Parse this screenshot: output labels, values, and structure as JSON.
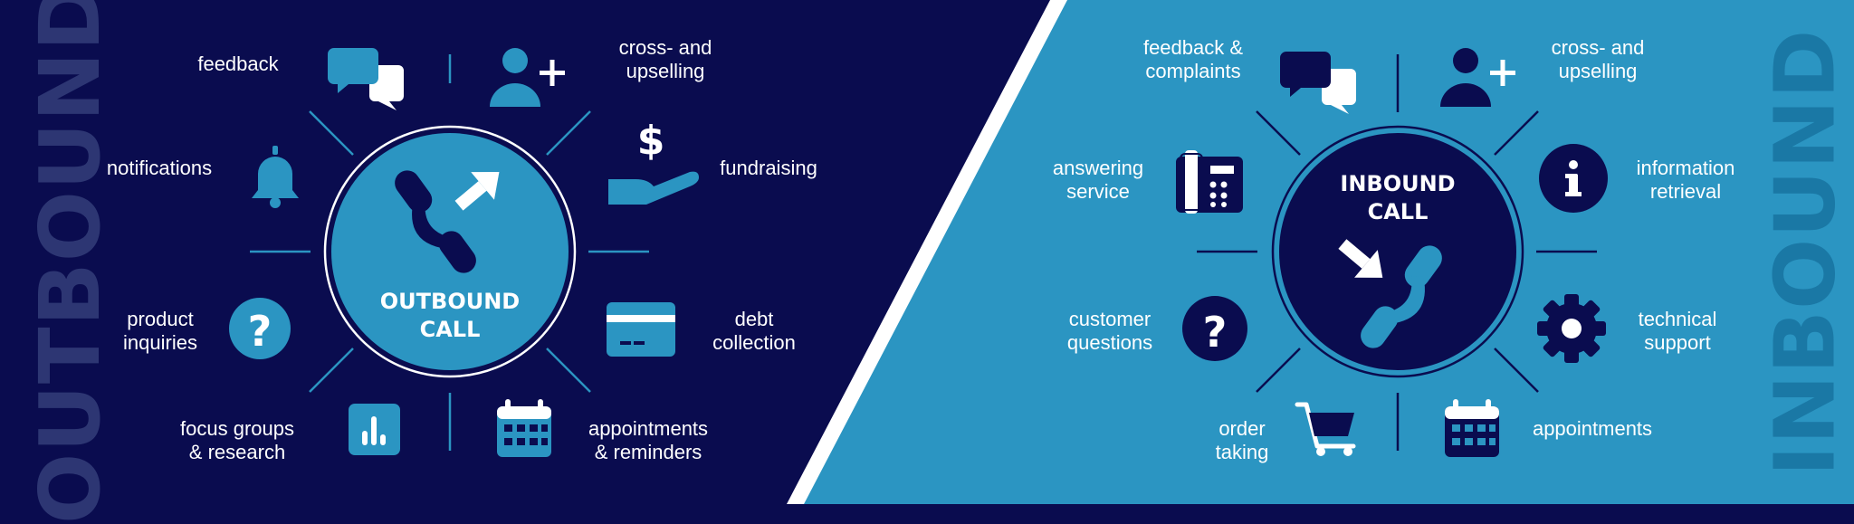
{
  "colors": {
    "outbound_bg": "#0a0c4f",
    "inbound_bg": "#2b95c2",
    "outbound_accent": "#2b95c2",
    "inbound_accent": "#0a0c4f",
    "outbound_watermark": "#2d3673",
    "inbound_watermark": "#1a78a5",
    "divider": "#ffffff"
  },
  "outbound": {
    "watermark": "OUTBOUND",
    "center_title": "OUTBOUND\nCALL",
    "center_icon": "phone-outgoing-icon",
    "items": [
      {
        "label": "feedback",
        "icon": "chat-bubbles-icon"
      },
      {
        "label": "cross- and\nupselling",
        "icon": "add-user-icon"
      },
      {
        "label": "notifications",
        "icon": "bell-icon"
      },
      {
        "label": "fundraising",
        "icon": "hand-dollar-icon"
      },
      {
        "label": "product\ninquiries",
        "icon": "question-icon"
      },
      {
        "label": "debt\ncollection",
        "icon": "credit-card-icon"
      },
      {
        "label": "focus groups\n& research",
        "icon": "bar-chart-icon"
      },
      {
        "label": "appointments\n& reminders",
        "icon": "calendar-icon"
      }
    ]
  },
  "inbound": {
    "watermark": "INBOUND",
    "center_title": "INBOUND\nCALL",
    "center_icon": "phone-incoming-icon",
    "items": [
      {
        "label": "feedback &\ncomplaints",
        "icon": "chat-bubbles-icon"
      },
      {
        "label": "cross- and\nupselling",
        "icon": "add-user-icon"
      },
      {
        "label": "answering\nservice",
        "icon": "desk-phone-icon"
      },
      {
        "label": "information\nretrieval",
        "icon": "info-icon"
      },
      {
        "label": "customer\nquestions",
        "icon": "question-icon"
      },
      {
        "label": "technical\nsupport",
        "icon": "gear-icon"
      },
      {
        "label": "order\ntaking",
        "icon": "cart-icon"
      },
      {
        "label": "appointments",
        "icon": "calendar-icon"
      }
    ]
  }
}
